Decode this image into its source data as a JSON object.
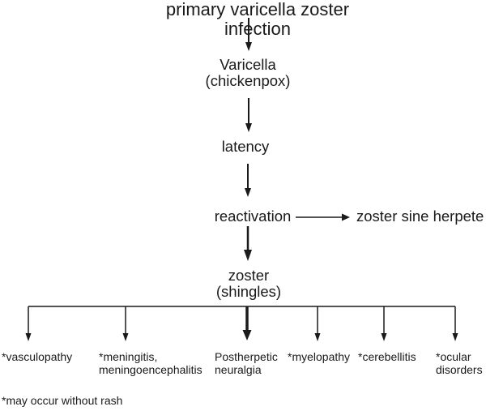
{
  "colors": {
    "background": "#ffffff",
    "text": "#1a1a1a",
    "line": "#1a1a1a"
  },
  "diagram": {
    "title": "primary varicella zoster infection",
    "nodes": {
      "varicella": "Varicella\n(chickenpox)",
      "latency": "latency",
      "reactivation": "reactivation",
      "zoster_sine_herpete": "zoster sine herpete",
      "zoster": "zoster\n(shingles)"
    },
    "outcomes": [
      {
        "label": "*vasculopathy"
      },
      {
        "label": "*meningitis,\nmeningoencephalitis"
      },
      {
        "label": "Postherpetic\nneuralgia"
      },
      {
        "label": "*myelopathy"
      },
      {
        "label": "*cerebellitis"
      },
      {
        "label": "*ocular\ndisorders"
      }
    ],
    "footnote": "*may occur without rash"
  }
}
